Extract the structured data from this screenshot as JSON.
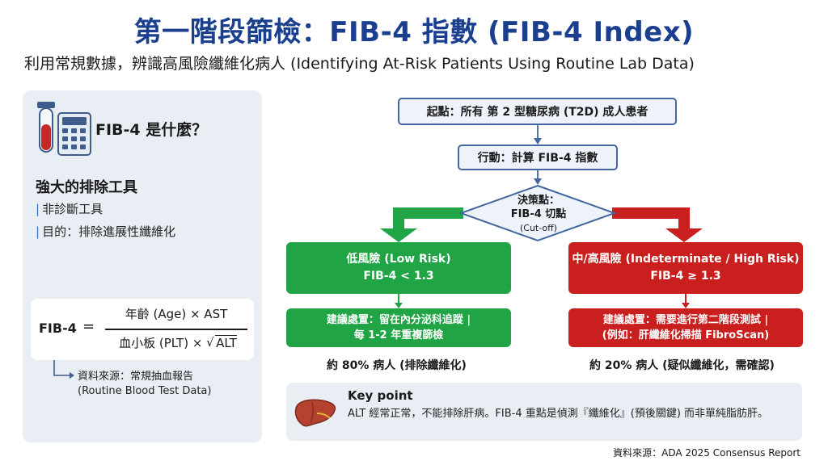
{
  "header": {
    "title": "第一階段篩檢：FIB-4 指數 (FIB-4 Index)",
    "subtitle": "利用常規數據，辨識高風險纖維化病人 (Identifying At-Risk Patients Using Routine Lab Data)"
  },
  "left_panel": {
    "question": "FIB-4 是什麼？",
    "heading": "強大的排除工具",
    "bullets": [
      "非診斷工具",
      "目的：排除進展性纖維化"
    ],
    "formula": {
      "label": "FIB-4",
      "equals": "=",
      "numerator": "年齡 (Age) × AST",
      "denominator_prefix": "血小板 (PLT) × ",
      "sqrt_symbol": "√",
      "denominator_sqrt": "ALT"
    },
    "source_line1": "資料來源：常規抽血報告",
    "source_line2": "(Routine Blood Test Data)"
  },
  "flowchart": {
    "start": "起點：所有 第 2 型糖尿病 (T2D) 成人患者",
    "action": "行動：計算 FIB-4 指數",
    "decision_line1": "決策點：",
    "decision_line2": "FIB-4 切點",
    "decision_line3": "(Cut-off)",
    "low": {
      "title": "低風險 (Low Risk)",
      "criterion": "FIB-4 < 1.3",
      "rec_line1": "建議處置：留在內分泌科追蹤 |",
      "rec_line2": "每 1-2 年重複篩檢",
      "stat": "約 80% 病人 (排除纖維化)"
    },
    "high": {
      "title": "中/高風險 (Indeterminate / High Risk)",
      "criterion": "FIB-4 ≥ 1.3",
      "rec_line1": "建議處置：需要進行第二階段測試 |",
      "rec_line2": "(例如：肝纖維化掃描 FibroScan)",
      "stat": "約 20% 病人 (疑似纖維化，需確認)"
    },
    "colors": {
      "low": "#21a445",
      "high": "#c91f1f",
      "outline": "#43679e",
      "title": "#1b3f8f"
    }
  },
  "key_point": {
    "title": "Key point",
    "text": "ALT 經常正常，不能排除肝病。FIB-4 重點是偵測『纖維化』(預後關鍵) 而非單純脂肪肝。"
  },
  "footer": {
    "source": "資料來源：ADA 2025 Consensus Report"
  },
  "icons": [
    "blood-tube-icon",
    "calculator-icon",
    "liver-icon",
    "corner-arrow-icon"
  ]
}
